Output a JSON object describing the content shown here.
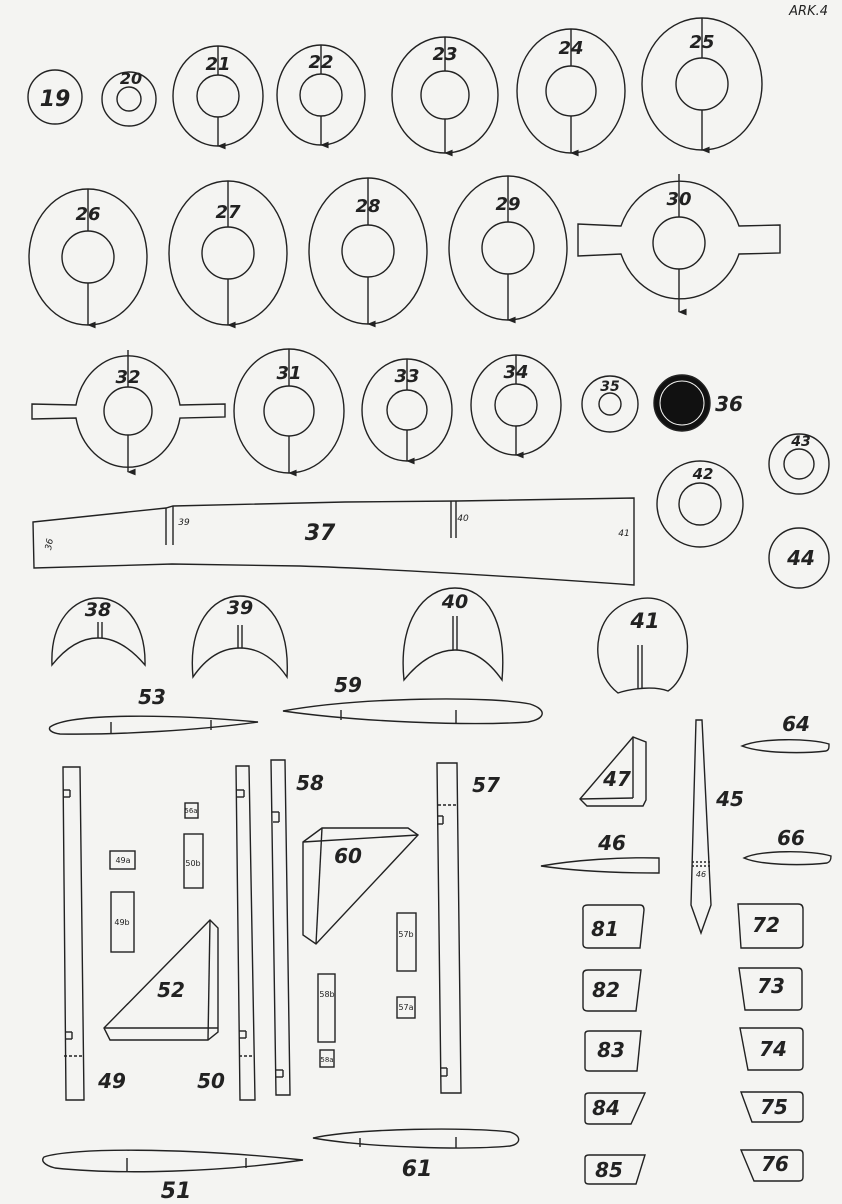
{
  "sheet": {
    "title": "ARK.4"
  },
  "labels": {
    "p19": "19",
    "p20": "20",
    "p21": "21",
    "p22": "22",
    "p23": "23",
    "p24": "24",
    "p25": "25",
    "p26": "26",
    "p27": "27",
    "p28": "28",
    "p29": "29",
    "p30": "30",
    "p32": "32",
    "p31": "31",
    "p33": "33",
    "p34": "34",
    "p35": "35",
    "p36": "36",
    "p42": "42",
    "p43": "43",
    "p44": "44",
    "p37": "37",
    "p37_m36": "36",
    "p37_m39": "39",
    "p37_m40": "40",
    "p37_m41": "41",
    "p38": "38",
    "p39": "39",
    "p40": "40",
    "p41": "41",
    "p53": "53",
    "p59": "59",
    "p64": "64",
    "p45": "45",
    "p46": "46",
    "p46_m": "46",
    "p47": "47",
    "p66": "66",
    "p58": "58",
    "p57": "57",
    "p60": "60",
    "p56a": "56a",
    "p50b": "50b",
    "p49a": "49a",
    "p49b": "49b",
    "p57b": "57b",
    "p58b": "58b",
    "p57a": "57a",
    "p58a": "58a",
    "p52": "52",
    "p49": "49",
    "p50": "50",
    "p81": "81",
    "p82": "82",
    "p83": "83",
    "p84": "84",
    "p85": "85",
    "p72": "72",
    "p73": "73",
    "p74": "74",
    "p75": "75",
    "p76": "76",
    "p51": "51",
    "p61": "61"
  },
  "colors": {
    "ink": "#222222",
    "paper": "#f4f4f2",
    "fill_black": "#111111"
  }
}
